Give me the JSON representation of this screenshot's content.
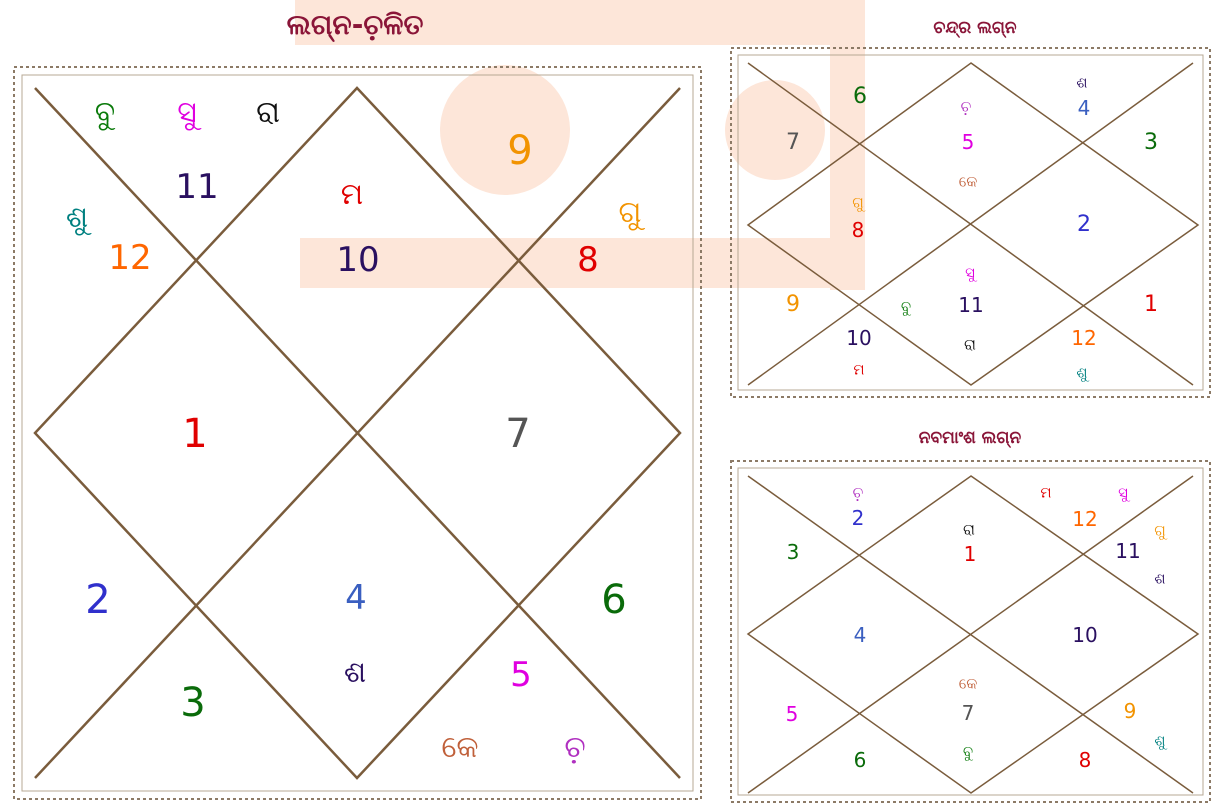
{
  "colors": {
    "title": "#8a1538",
    "line": "#7a5c3c",
    "border": "#8c7a66",
    "watermark": "#fde6d9"
  },
  "titles": {
    "main": "ଲଗ୍ନ-ଚ଼ଳିତ",
    "moon": "ଚନ୍ଦ୍ର ଲଗ୍ନ",
    "navamsa": "ନବମାଂଶ ଲଗ୍ନ"
  },
  "main_chart": {
    "labels": [
      {
        "text": "ବୁ",
        "color": "#0a7a0a",
        "size": 30
      },
      {
        "text": "ସୁ",
        "color": "#e000e0",
        "size": 30
      },
      {
        "text": "ରା",
        "color": "#111111",
        "size": 30
      },
      {
        "text": "11",
        "color": "#2a1060",
        "size": 34
      },
      {
        "text": "ଶୁ",
        "color": "#008080",
        "size": 30
      },
      {
        "text": "12",
        "color": "#ff6600",
        "size": 34
      },
      {
        "text": "ମ",
        "color": "#e00000",
        "size": 30
      },
      {
        "text": "10",
        "color": "#2a1060",
        "size": 34
      },
      {
        "text": "9",
        "color": "#f29300",
        "size": 40
      },
      {
        "text": "ଗୁ",
        "color": "#f29300",
        "size": 30
      },
      {
        "text": "8",
        "color": "#e00000",
        "size": 34
      },
      {
        "text": "1",
        "color": "#e00000",
        "size": 40
      },
      {
        "text": "7",
        "color": "#555555",
        "size": 40
      },
      {
        "text": "2",
        "color": "#3030cc",
        "size": 40
      },
      {
        "text": "4",
        "color": "#3a5fc0",
        "size": 34
      },
      {
        "text": "6",
        "color": "#0a6b0a",
        "size": 40
      },
      {
        "text": "ଶ",
        "color": "#2a1060",
        "size": 30
      },
      {
        "text": "5",
        "color": "#e000e0",
        "size": 34
      },
      {
        "text": "3",
        "color": "#0a6b0a",
        "size": 40
      },
      {
        "text": "କେ",
        "color": "#c0603a",
        "size": 30
      },
      {
        "text": "ଚ଼",
        "color": "#b030c0",
        "size": 30
      }
    ]
  },
  "moon_chart": {
    "labels": [
      {
        "text": "6",
        "color": "#0a6b0a",
        "size": 22
      },
      {
        "text": "ଚ଼",
        "color": "#b030c0",
        "size": 15
      },
      {
        "text": "ଶ",
        "color": "#2a1060",
        "size": 15
      },
      {
        "text": "4",
        "color": "#3a5fc0",
        "size": 20
      },
      {
        "text": "7",
        "color": "#555555",
        "size": 22
      },
      {
        "text": "5",
        "color": "#e000e0",
        "size": 20
      },
      {
        "text": "3",
        "color": "#0a6b0a",
        "size": 22
      },
      {
        "text": "କେ",
        "color": "#c0603a",
        "size": 15
      },
      {
        "text": "ଗୁ",
        "color": "#f29300",
        "size": 15
      },
      {
        "text": "8",
        "color": "#e00000",
        "size": 20
      },
      {
        "text": "2",
        "color": "#3030cc",
        "size": 22
      },
      {
        "text": "ସୁ",
        "color": "#e000e0",
        "size": 15
      },
      {
        "text": "9",
        "color": "#f29300",
        "size": 22
      },
      {
        "text": "ବୁ",
        "color": "#0a7a0a",
        "size": 15
      },
      {
        "text": "11",
        "color": "#2a1060",
        "size": 20
      },
      {
        "text": "1",
        "color": "#e00000",
        "size": 22
      },
      {
        "text": "10",
        "color": "#2a1060",
        "size": 20
      },
      {
        "text": "ରା",
        "color": "#111111",
        "size": 15
      },
      {
        "text": "12",
        "color": "#ff6600",
        "size": 20
      },
      {
        "text": "ମ",
        "color": "#e00000",
        "size": 15
      },
      {
        "text": "ଶୁ",
        "color": "#008080",
        "size": 15
      }
    ]
  },
  "navamsa_chart": {
    "labels": [
      {
        "text": "ଚ଼",
        "color": "#b030c0",
        "size": 15
      },
      {
        "text": "2",
        "color": "#3030cc",
        "size": 20
      },
      {
        "text": "ମ",
        "color": "#e00000",
        "size": 15
      },
      {
        "text": "ସୁ",
        "color": "#e000e0",
        "size": 15
      },
      {
        "text": "12",
        "color": "#ff6600",
        "size": 20
      },
      {
        "text": "ରା",
        "color": "#111111",
        "size": 15
      },
      {
        "text": "1",
        "color": "#e00000",
        "size": 20
      },
      {
        "text": "3",
        "color": "#0a6b0a",
        "size": 20
      },
      {
        "text": "ଗୁ",
        "color": "#f29300",
        "size": 15
      },
      {
        "text": "11",
        "color": "#2a1060",
        "size": 20
      },
      {
        "text": "ଶ",
        "color": "#2a1060",
        "size": 15
      },
      {
        "text": "4",
        "color": "#3a5fc0",
        "size": 20
      },
      {
        "text": "10",
        "color": "#2a1060",
        "size": 20
      },
      {
        "text": "କେ",
        "color": "#c0603a",
        "size": 15
      },
      {
        "text": "7",
        "color": "#555555",
        "size": 20
      },
      {
        "text": "5",
        "color": "#e000e0",
        "size": 20
      },
      {
        "text": "9",
        "color": "#f29300",
        "size": 20
      },
      {
        "text": "ଶୁ",
        "color": "#008080",
        "size": 15
      },
      {
        "text": "6",
        "color": "#0a6b0a",
        "size": 20
      },
      {
        "text": "ବୁ",
        "color": "#0a7a0a",
        "size": 15
      },
      {
        "text": "8",
        "color": "#e00000",
        "size": 20
      }
    ]
  }
}
